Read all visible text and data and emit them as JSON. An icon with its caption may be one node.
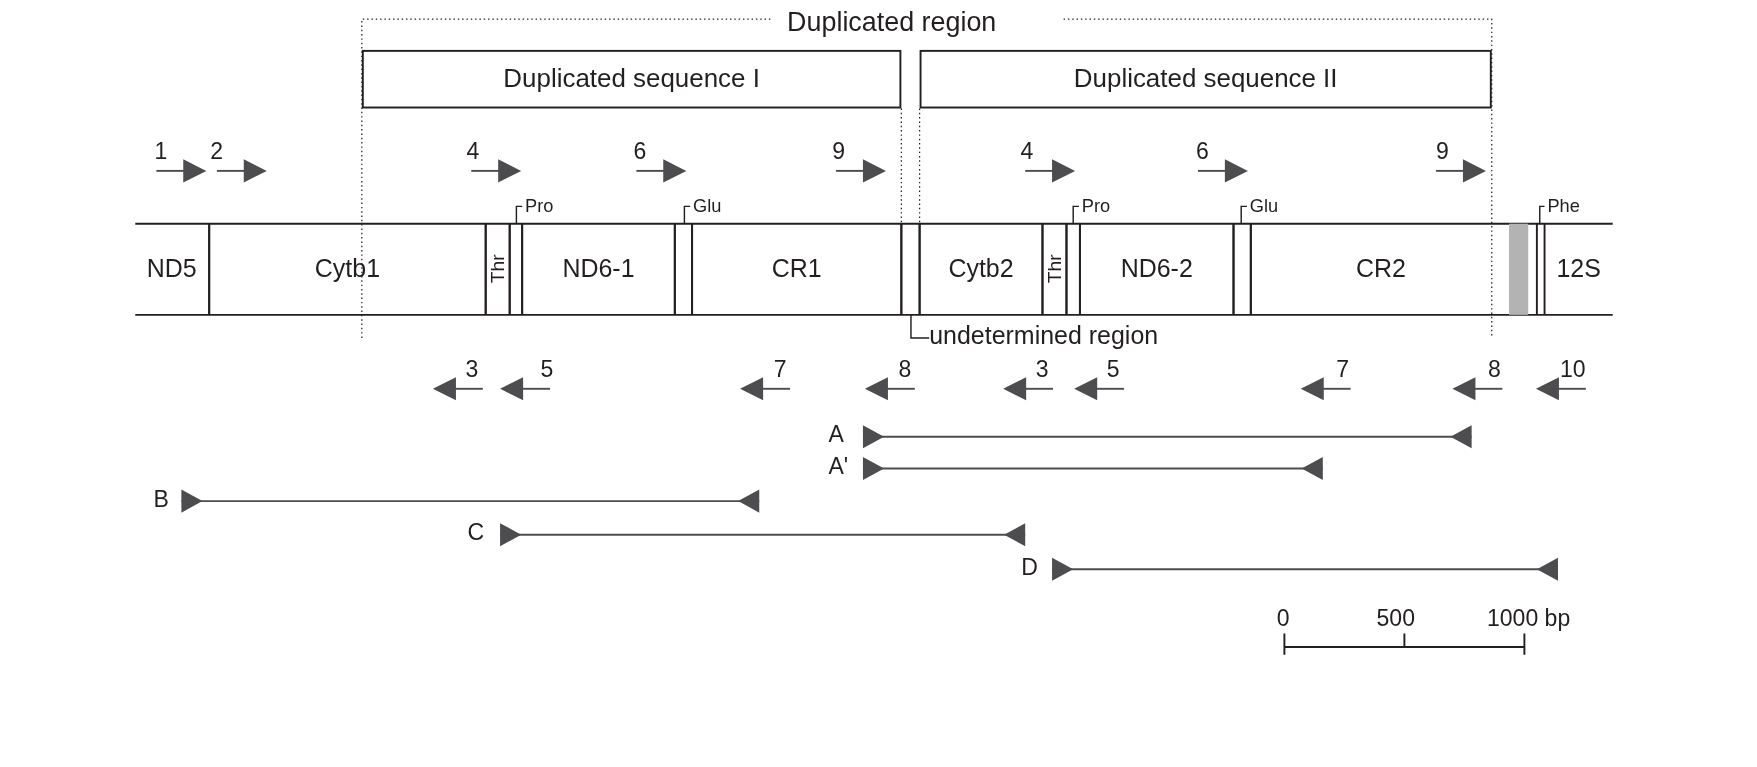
{
  "diagram": {
    "nodes": [
      {
        "text": [
          "Duplicated sequence I"
        ]
      },
      {
        "text": [
          "Duplicated sequence II"
        ]
      },
      {
        "text": [
          "ND5"
        ]
      },
      {
        "text": [
          "Cytb1"
        ]
      },
      {
        "text": [
          "Thr"
        ]
      },
      {
        "text": [],
        "shape": "box"
      },
      {
        "text": [
          "ND6-1"
        ]
      },
      {
        "text": [],
        "shape": "box"
      },
      {
        "text": [
          "CR1"
        ]
      },
      {
        "text": [],
        "shape": "box"
      },
      {
        "text": [
          "Cytb2"
        ]
      },
      {
        "text": [
          "Thr"
        ]
      },
      {
        "text": [],
        "shape": "box"
      },
      {
        "text": [
          "ND6-2"
        ]
      },
      {
        "text": [],
        "shape": "box"
      },
      {
        "text": [
          "CR2"
        ]
      },
      {
        "text": [],
        "shape": "bar"
      },
      {
        "text": [],
        "shape": "box"
      },
      {
        "text": [
          "12S"
        ]
      },
      {
        "text": [
          "Pro"
        ]
      },
      {
        "text": [
          "Glu"
        ]
      },
      {
        "text": [
          "Pro"
        ]
      },
      {
        "text": [
          "Glu"
        ]
      },
      {
        "text": [
          "Phe"
        ]
      },
      {
        "text": [
          "undetermined region"
        ]
      }
    ],
    "edges": [
      {
        "from": 19,
        "to": 5,
        "arrow": "none"
      },
      {
        "from": 20,
        "to": 7,
        "arrow": "none"
      },
      {
        "from": 21,
        "to": 12,
        "arrow": "none"
      },
      {
        "from": 22,
        "to": 14,
        "arrow": "none"
      },
      {
        "from": 23,
        "to": 17,
        "arrow": "none"
      },
      {
        "from": 24,
        "to": 9,
        "arrow": "none"
      }
    ],
    "labels": [
      "Duplicated region",
      "1",
      "2",
      "4",
      "6",
      "9",
      "4",
      "6",
      "9",
      "3",
      "5",
      "7",
      "8",
      "3",
      "5",
      "7",
      "8",
      "10",
      "A",
      "A'",
      "B",
      "C",
      "D",
      "0",
      "500",
      "1000 bp"
    ]
  }
}
